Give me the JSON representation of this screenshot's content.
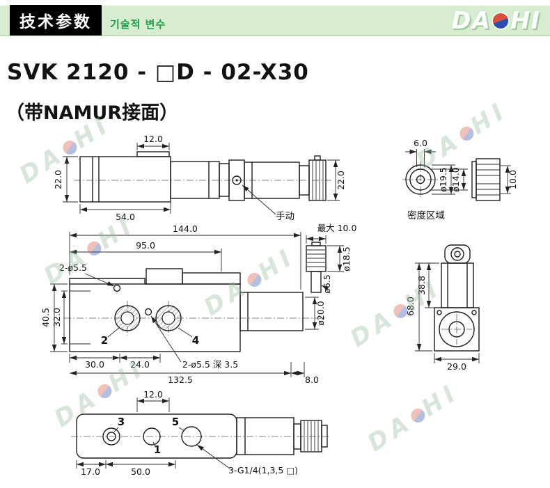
{
  "header": {
    "badge": "技术参数",
    "subtitle_kr": "기술적 변수",
    "logo": {
      "left": "DA",
      "right": "HI"
    }
  },
  "title": {
    "model": "SVK 2120 - □D - 02-X30",
    "note": "（带NAMUR接面）"
  },
  "colors": {
    "header_bg": "#d7ecd0",
    "badge_bg": "#000000",
    "accent_green": "#1e9e46",
    "line": "#1c1c1c",
    "taegeuk_red": "#d94f3d",
    "taegeuk_blue": "#2b4fae",
    "watermark": "#8cb996"
  },
  "views": {
    "top": {
      "label_manual": "手动",
      "dim_top": "12.0",
      "dim_left": "22.0",
      "dim_bottom": "54.0",
      "dim_right": "22.0"
    },
    "seal": {
      "label": "密度区域",
      "dim_top": "6.0",
      "dim_outer": "ø19.5",
      "dim_inner": "ø14.0",
      "dim_width": "10.0"
    },
    "front": {
      "dim_overall": "144.0",
      "dim_body": "95.0",
      "dim_max": "最大 10.0",
      "dim_connector": "ø18.5",
      "dim_holes": "2-ø5.5",
      "dim_stem": "ø6.5",
      "dim_h_outer": "40.5",
      "dim_h_inner": "32.0",
      "dim_coil": "ø20.0",
      "port_2": "2",
      "port_4": "4",
      "dim_30": "30.0",
      "dim_24": "24.0",
      "note_depth": "2-ø5.5 深 3.5",
      "dim_132": "132.5",
      "dim_8": "8.0"
    },
    "side": {
      "dim_68": "68.0",
      "dim_38": "38.8",
      "dim_29": "29.0"
    },
    "bottom": {
      "dim_12": "12.0",
      "port_3": "3",
      "port_1": "1",
      "port_5": "5",
      "dim_17": "17.0",
      "dim_50": "50.0",
      "note_thread": "3-G1/4(1,3,5 □)"
    }
  }
}
